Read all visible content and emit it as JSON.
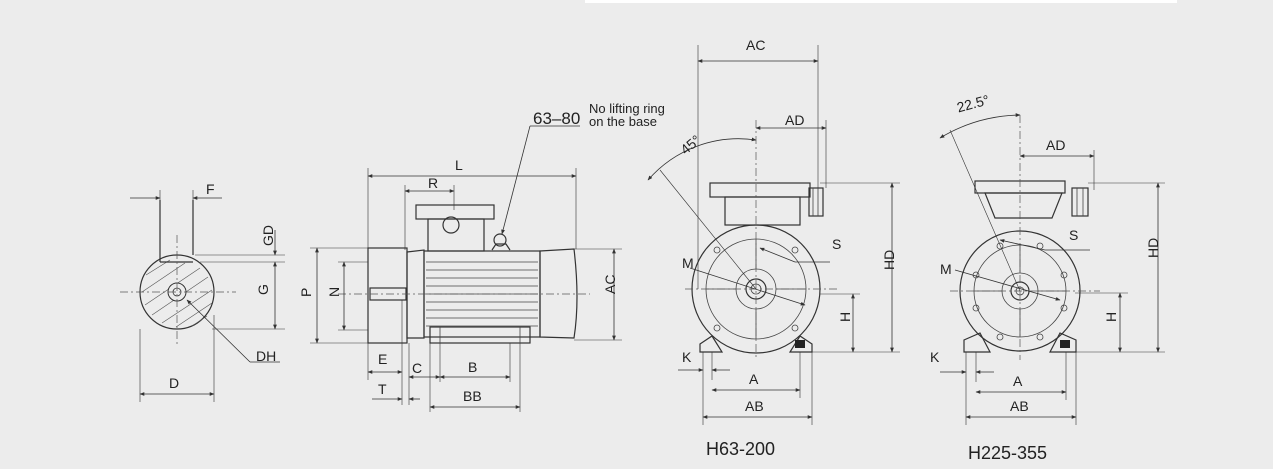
{
  "labels": {
    "shaft": {
      "F": "F",
      "GD": "GD",
      "G": "G",
      "DH": "DH",
      "D": "D"
    },
    "side": {
      "L": "L",
      "R": "R",
      "P": "P",
      "N": "N",
      "AC": "AC",
      "E": "E",
      "C": "C",
      "B": "B",
      "T": "T",
      "BB": "BB"
    },
    "note": {
      "range": "63–80",
      "line1": "No lifting ring",
      "line2": "on the base"
    },
    "front1": {
      "AC": "AC",
      "AD": "AD",
      "angle": "45°",
      "S": "S",
      "M": "M",
      "HD": "HD",
      "H": "H",
      "K": "K",
      "A": "A",
      "AB": "AB",
      "caption": "H63-200"
    },
    "front2": {
      "angle": "22.5°",
      "AD": "AD",
      "S": "S",
      "M": "M",
      "HD": "HD",
      "H": "H",
      "K": "K",
      "A": "A",
      "AB": "AB",
      "caption": "H225-355"
    }
  }
}
